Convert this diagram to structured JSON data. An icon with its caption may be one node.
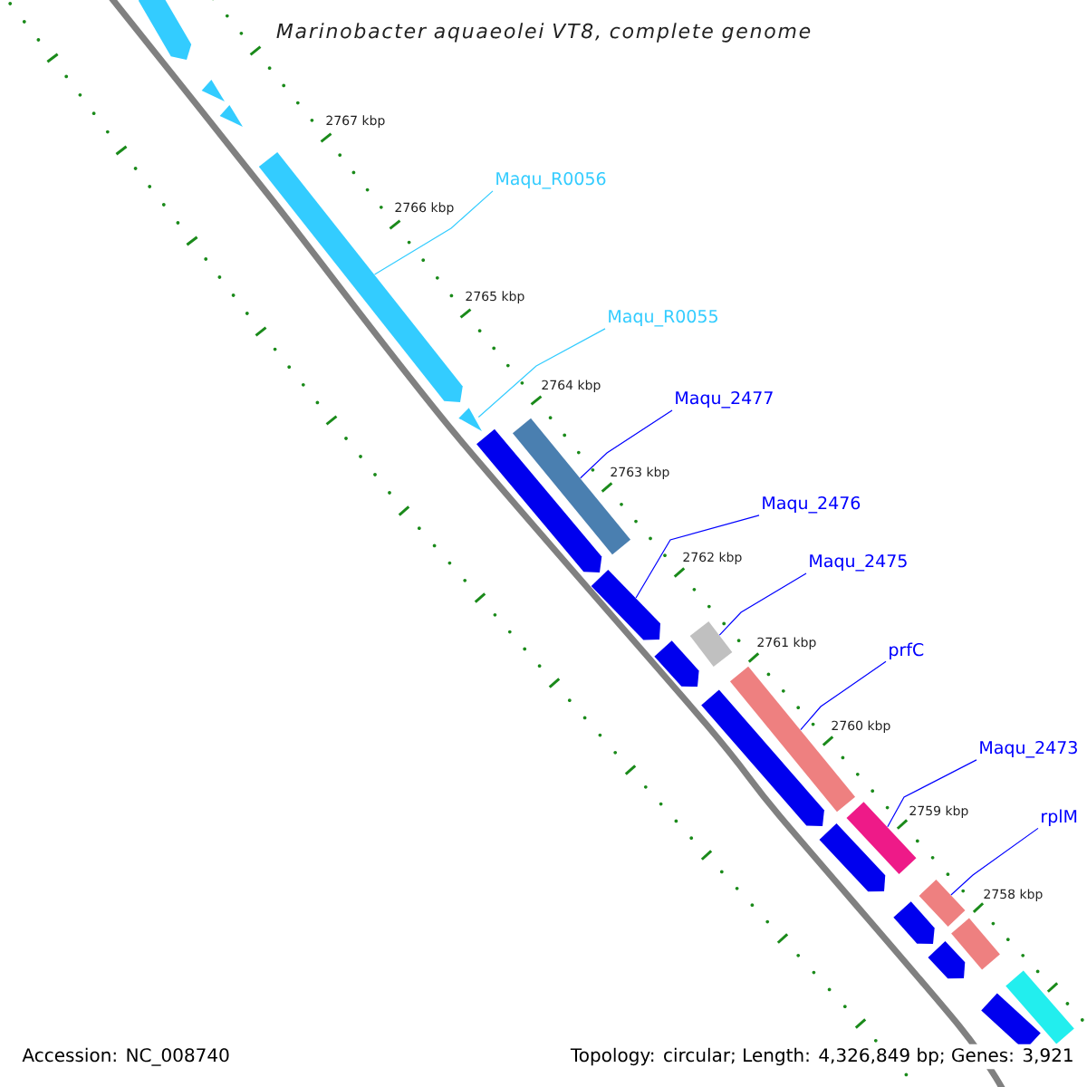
{
  "diagram": {
    "title": "Marinobacter aquaeolei VT8, complete genome",
    "nodes": [
      {
        "text": [
          "Maqu_R0056"
        ]
      },
      {
        "text": [
          "Maqu_R0055"
        ]
      },
      {
        "text": [
          "Maqu_2477"
        ]
      },
      {
        "text": [
          "Maqu_2476"
        ]
      },
      {
        "text": [
          "Maqu_2475"
        ]
      },
      {
        "text": [
          "prfC"
        ]
      },
      {
        "text": [
          "Maqu_2473"
        ]
      },
      {
        "text": [
          "rplM"
        ]
      },
      {
        "text": [],
        "shape": "bar"
      },
      {
        "text": [],
        "shape": "bar"
      },
      {
        "text": [],
        "shape": "bar"
      },
      {
        "text": [],
        "shape": "bar"
      },
      {
        "text": [],
        "shape": "bar"
      },
      {
        "text": [],
        "shape": "bar"
      },
      {
        "text": [],
        "shape": "bar"
      },
      {
        "text": [],
        "shape": "bar"
      },
      {
        "text": [],
        "shape": "bar"
      },
      {
        "text": [],
        "shape": "bar"
      },
      {
        "text": [],
        "shape": "bar"
      },
      {
        "text": [],
        "shape": "bar"
      },
      {
        "text": [],
        "shape": "bar"
      },
      {
        "text": [],
        "shape": "bar"
      },
      {
        "text": [],
        "shape": "bar"
      },
      {
        "text": [],
        "shape": "bar"
      },
      {
        "text": [],
        "shape": "bar"
      },
      {
        "text": [],
        "shape": "bar"
      },
      {
        "text": [],
        "shape": "bar"
      },
      {
        "text": [],
        "shape": "bar"
      }
    ],
    "edges": [
      {
        "from": 0,
        "to": 11,
        "arrow": "none",
        "color": "#33ccff"
      },
      {
        "from": 1,
        "to": 12,
        "arrow": "none",
        "color": "#33ccff"
      },
      {
        "from": 2,
        "to": 13,
        "arrow": "none"
      },
      {
        "from": 3,
        "to": 15,
        "arrow": "none"
      },
      {
        "from": 4,
        "to": 17,
        "arrow": "none"
      },
      {
        "from": 5,
        "to": 18,
        "arrow": "none"
      },
      {
        "from": 6,
        "to": 21,
        "arrow": "none"
      },
      {
        "from": 7,
        "to": 22,
        "arrow": "none"
      }
    ],
    "labels": [
      "2767 kbp",
      "2766 kbp",
      "2765 kbp",
      "2764 kbp",
      "2763 kbp",
      "2762 kbp",
      "2761 kbp",
      "2760 kbp",
      "2759 kbp",
      "2758 kbp",
      "Accession: NC_008740",
      "Topology: circular; Length: 4,326,849 bp; Genes: 3,921"
    ]
  }
}
